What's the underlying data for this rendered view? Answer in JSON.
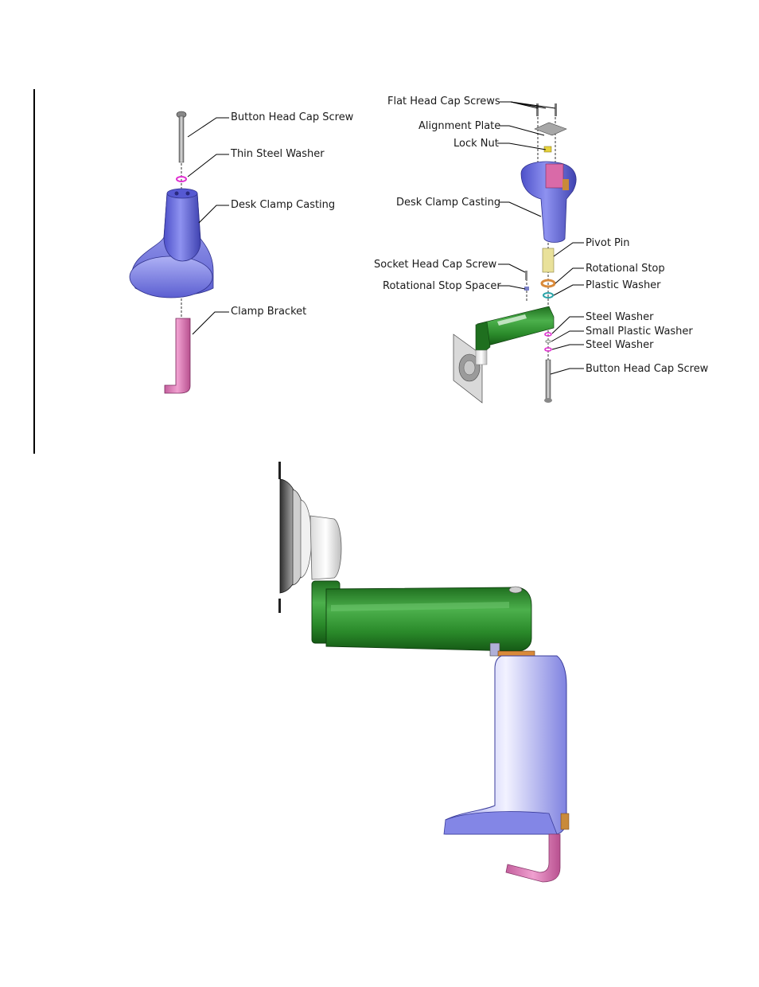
{
  "left_diagram": {
    "labels": {
      "button_head_cap_screw": "Button Head Cap Screw",
      "thin_steel_washer": "Thin Steel Washer",
      "desk_clamp_casting": "Desk Clamp Casting",
      "clamp_bracket": "Clamp Bracket"
    }
  },
  "right_diagram": {
    "labels": {
      "flat_head_cap_screws": "Flat Head Cap Screws",
      "alignment_plate": "Alignment Plate",
      "lock_nut": "Lock Nut",
      "desk_clamp_casting": "Desk Clamp Casting",
      "pivot_pin": "Pivot Pin",
      "socket_head_cap_screw": "Socket Head Cap Screw",
      "rotational_stop": "Rotational Stop",
      "rotational_stop_spacer": "Rotational Stop Spacer",
      "plastic_washer": "Plastic Washer",
      "steel_washer_1": "Steel Washer",
      "small_plastic_washer": "Small Plastic Washer",
      "steel_washer_2": "Steel Washer",
      "button_head_cap_screw": "Button Head Cap Screw"
    }
  },
  "colors": {
    "casting_blue": "#7b7fe6",
    "bracket_pink": "#e07ab8",
    "arm_green": "#2e8a2e",
    "pin_yellow": "#e9e19a",
    "stop_orange": "#d98a3a",
    "washer_magenta": "#e030d0",
    "washer_teal": "#2aa3a8",
    "steel_gray": "#9a9a9a"
  }
}
